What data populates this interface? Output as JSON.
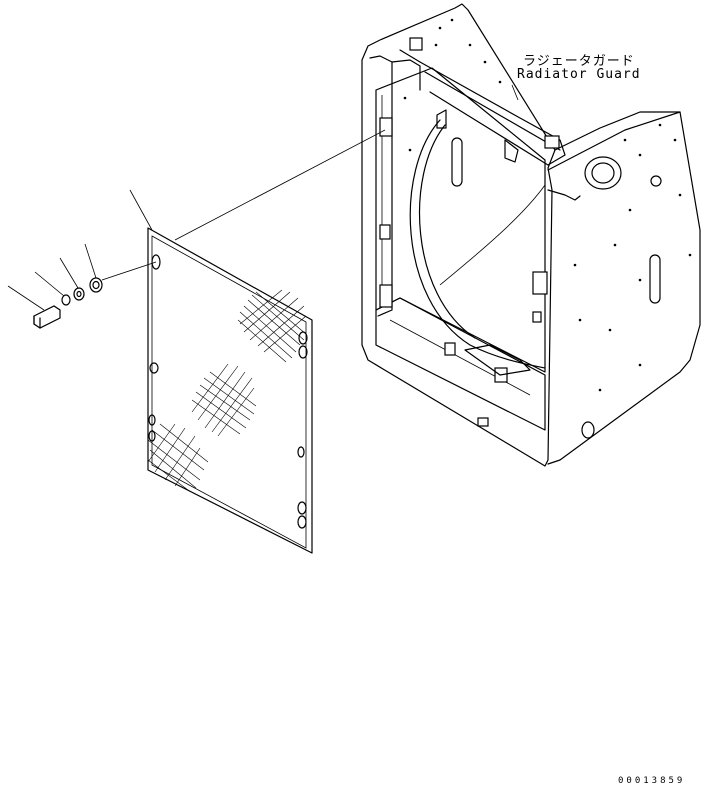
{
  "part_label": {
    "japanese": "ラジェータガード",
    "english": "Radiator Guard"
  },
  "drawing_number": "00013859",
  "colors": {
    "line": "#000000",
    "background": "#ffffff"
  }
}
